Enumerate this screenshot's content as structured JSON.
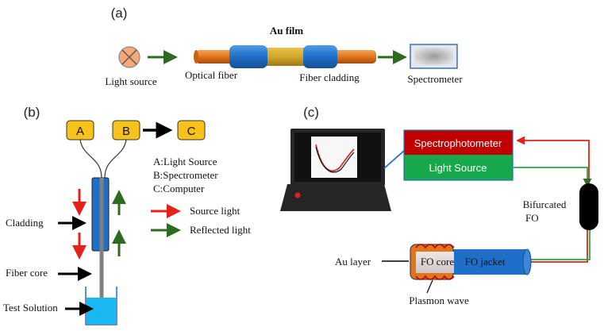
{
  "panel_a": {
    "label": "(a)",
    "light_source": "Light source",
    "optical_fiber": "Optical fiber",
    "au_film": "Au film",
    "fiber_cladding": "Fiber cladding",
    "spectrometer": "Spectrometer"
  },
  "panel_b": {
    "label": "(b)",
    "box_a": "A",
    "box_b": "B",
    "box_c": "C",
    "legend_a": "A:Light Source",
    "legend_b": "B:Spectrometer",
    "legend_c": "C:Computer",
    "source_light": "Source light",
    "reflected_light": "Reflected light",
    "cladding": "Cladding",
    "fiber_core": "Fiber core",
    "test_solution": "Test Solution"
  },
  "panel_c": {
    "label": "(c)",
    "spectrophotometer": "Spectrophotometer",
    "light_source": "Light Source",
    "bifurcated_line1": "Bifurcated",
    "bifurcated_line2": "FO",
    "au_layer": "Au layer",
    "fo_core": "FO core",
    "fo_jacket": "FO jacket",
    "plasmon_wave": "Plasmon wave"
  },
  "colors": {
    "arrow_green": "#2e6b1e",
    "arrow_red": "#e8201a",
    "fiber_blue": "#1f6fc8",
    "au_gold": "#d1a72a",
    "fiber_orange": "#e0751b",
    "box_yellow": "#f7c31a",
    "spectro_red": "#c00000",
    "light_green": "#17a84b",
    "water_blue": "#1ab8f0",
    "laptop_dark": "#262626"
  }
}
